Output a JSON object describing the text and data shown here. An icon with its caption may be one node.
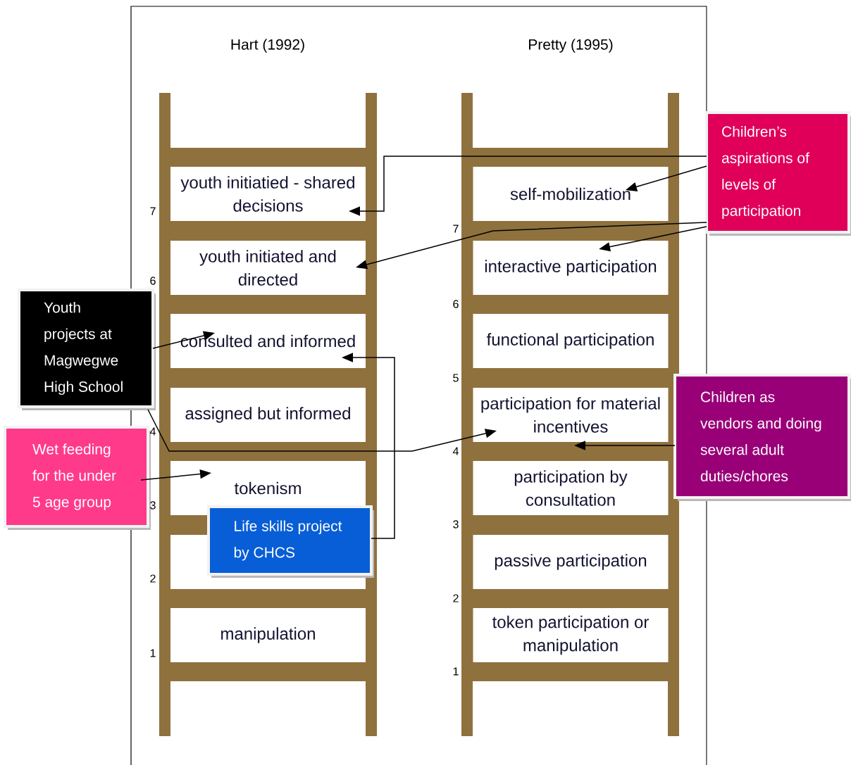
{
  "diagram": {
    "nodes": [
      {
        "text": [
          "youth initiatied - shared decisions"
        ]
      },
      {
        "text": [
          "youth initiated and directed"
        ]
      },
      {
        "text": [
          "consulted and informed"
        ]
      },
      {
        "text": [
          "assigned but informed"
        ]
      },
      {
        "text": [
          "tokenism"
        ]
      },
      {
        "text": [
          "manipulation"
        ]
      },
      {
        "text": [
          "self-mobilization"
        ]
      },
      {
        "text": [
          "interactive participation"
        ]
      },
      {
        "text": [
          "functional participation"
        ]
      },
      {
        "text": [
          "participation for material incentives"
        ]
      },
      {
        "text": [
          "participation by consultation"
        ]
      },
      {
        "text": [
          "passive participation"
        ]
      },
      {
        "text": [
          "token participation or manipulation"
        ]
      },
      {
        "text": [
          "Children’s aspirations of levels of participation"
        ]
      },
      {
        "text": [
          "Youth projects at Magwegwe High School"
        ]
      },
      {
        "text": [
          "Wet feeding for the under 5 age group"
        ]
      },
      {
        "text": [
          "Life skills project by CHCS"
        ]
      },
      {
        "text": [
          "Children as vendors and doing several adult duties/chores"
        ]
      }
    ],
    "edges": [
      {
        "from": 13,
        "to": 0,
        "arrow": "to"
      },
      {
        "from": 13,
        "to": 6,
        "arrow": "to"
      },
      {
        "from": 13,
        "to": 1,
        "arrow": "to"
      },
      {
        "from": 13,
        "to": 7,
        "arrow": "to"
      },
      {
        "from": 14,
        "to": 2,
        "arrow": "to"
      },
      {
        "from": 14,
        "to": 9,
        "arrow": "to"
      },
      {
        "from": 15,
        "to": 4,
        "arrow": "to"
      },
      {
        "from": 16,
        "to": 2,
        "arrow": "to"
      },
      {
        "from": 17,
        "to": 9,
        "arrow": "to"
      }
    ],
    "labels": [
      "Hart (1992)",
      "Pretty (1995)",
      "7",
      "7",
      "6",
      "6",
      "5",
      "4",
      "4",
      "3",
      "3",
      "2",
      "2",
      "1",
      "1"
    ]
  }
}
